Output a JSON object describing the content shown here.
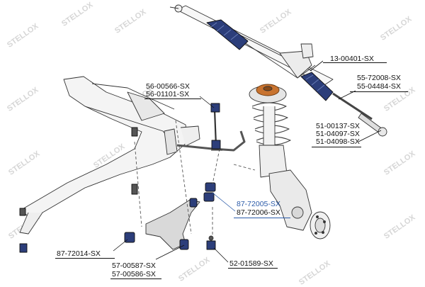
{
  "watermark": "STELLOX",
  "colors": {
    "highlight": "#2a5aa8",
    "bushing": "#1e3f8a",
    "leader": "#111111"
  },
  "labels": {
    "rack": "13-00401-SX",
    "rack_boot_1": "55-72008-SX",
    "rack_boot_2": "55-04484-SX",
    "tie_rod_end_1": "51-00137-SX",
    "tie_rod_end_2": "51-04097-SX",
    "tie_rod_end_3": "51-04098-SX",
    "stabilizer_link_1": "56-00566-SX",
    "stabilizer_link_2": "56-01101-SX",
    "stabilizer_bushing_1": "87-72005-SX",
    "stabilizer_bushing_2": "87-72006-SX",
    "control_arm_bushing": "87-72014-SX",
    "control_arm_1": "57-00587-SX",
    "control_arm_2": "57-00586-SX",
    "ball_joint": "52-01589-SX"
  }
}
